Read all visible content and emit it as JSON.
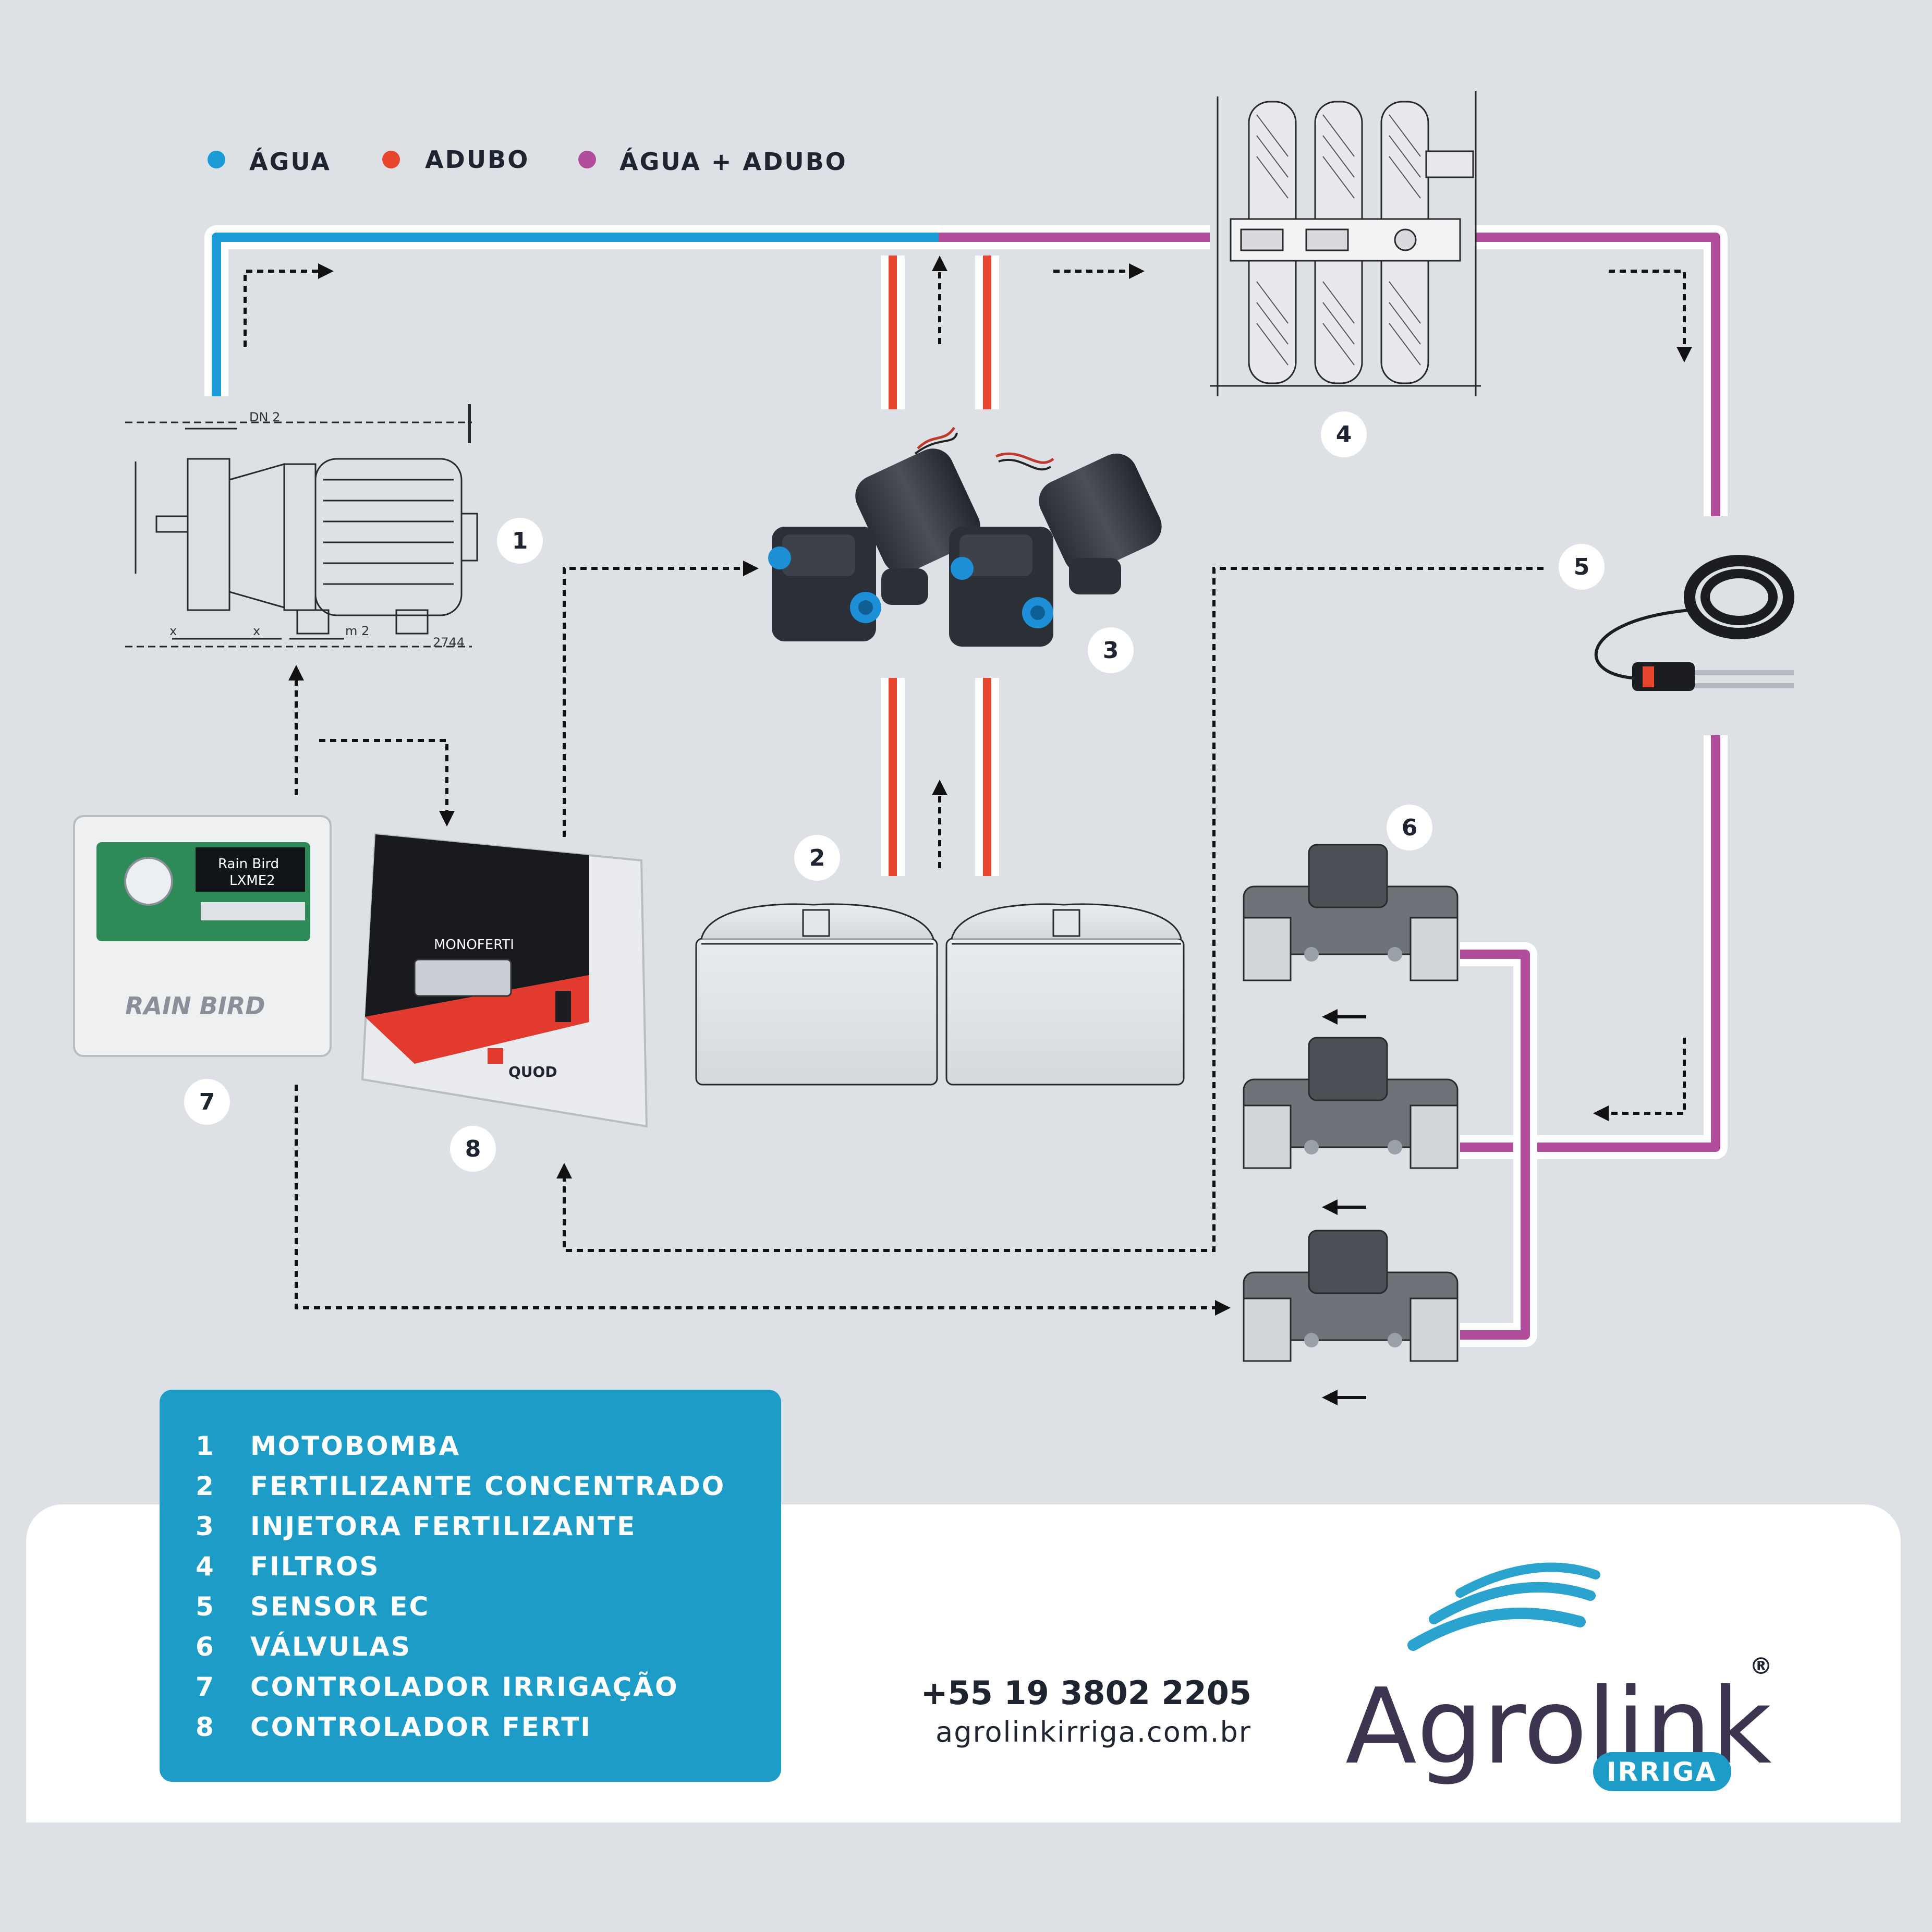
{
  "colors": {
    "background": "#dde1e6",
    "water": "#1a9ad6",
    "fertilizer": "#e8462f",
    "water_fertilizer": "#b24d9c",
    "list_panel": "#1e9cc8",
    "brand_text": "#3d3550",
    "brand_wave": "#2aa3cf"
  },
  "legend": {
    "items": [
      {
        "label": "ÁGUA",
        "color": "#1a9ad6"
      },
      {
        "label": "ADUBO",
        "color": "#e8462f"
      },
      {
        "label": "ÁGUA + ADUBO",
        "color": "#b24d9c"
      }
    ]
  },
  "badges": [
    "1",
    "2",
    "3",
    "4",
    "5",
    "6",
    "7",
    "8"
  ],
  "devices": {
    "pump_dim_dn": "DN 2",
    "pump_dim_m": "m 2",
    "pump_dim_x": "x",
    "pump_code": "2744",
    "rainbird_brand": "Rain Bird",
    "rainbird_model": "LXME2",
    "rainbird_logo": "RAIN BIRD",
    "quod_brand": "MONOFERTI",
    "quod_logo": "QUOD"
  },
  "components": {
    "items": [
      {
        "number": "1",
        "label": "MOTOBOMBA"
      },
      {
        "number": "2",
        "label": "FERTILIZANTE CONCENTRADO"
      },
      {
        "number": "3",
        "label": "INJETORA FERTILIZANTE"
      },
      {
        "number": "4",
        "label": "FILTROS"
      },
      {
        "number": "5",
        "label": "SENSOR EC"
      },
      {
        "number": "6",
        "label": "VÁLVULAS"
      },
      {
        "number": "7",
        "label": "CONTROLADOR IRRIGAÇÃO"
      },
      {
        "number": "8",
        "label": "CONTROLADOR FERTI"
      }
    ]
  },
  "contact": {
    "phone": "+55 19 3802 2205",
    "website": "agrolinkirriga.com.br"
  },
  "brand": {
    "name": "Agrolink",
    "sub": "IRRIGA",
    "registered": "®"
  }
}
